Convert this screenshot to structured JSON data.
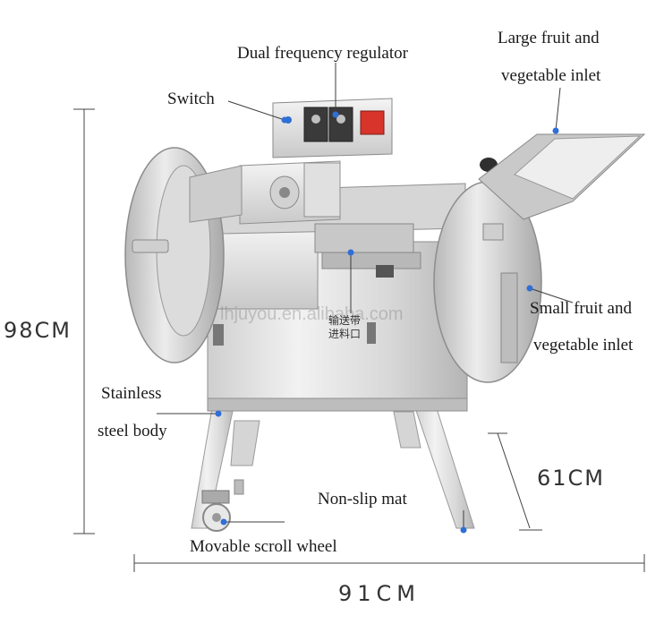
{
  "labels": {
    "dual_frequency": "Dual frequency regulator",
    "switch": "Switch",
    "large_inlet_1": "Large fruit and",
    "large_inlet_2": "vegetable inlet",
    "small_inlet_1": "Small fruit and",
    "small_inlet_2": "vegetable inlet",
    "stainless_1": "Stainless",
    "stainless_2": "steel body",
    "non_slip": "Non-slip mat",
    "wheel": "Movable scroll wheel",
    "conveyor_1": "输送带",
    "conveyor_2": "进料口"
  },
  "dimensions": {
    "height": "98CM",
    "depth": "61CM",
    "width": "91CM"
  },
  "watermark": "lhjuyou.en.alibaba.com",
  "colors": {
    "callout": "#2f6fd6",
    "steel_light": "#e6e6e6",
    "steel_mid": "#bdbdbd",
    "steel_dark": "#8a8a8a",
    "switch_red": "#d9342b"
  }
}
